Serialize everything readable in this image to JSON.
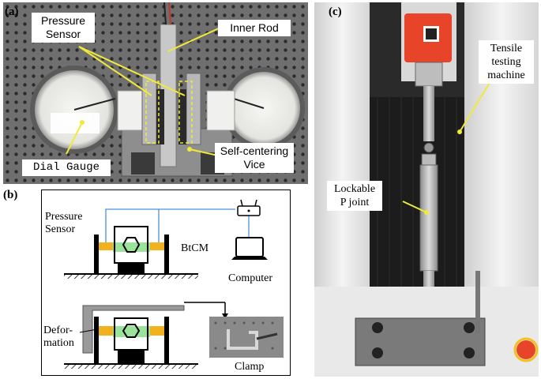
{
  "figure": {
    "panel_a": {
      "letter": "(a)",
      "labels": {
        "pressure_sensor": "Pressure Sensor",
        "inner_rod": "Inner Rod",
        "dial_gauge": "Dial Gauge",
        "self_centering_vice": "Self-centering Vice"
      }
    },
    "panel_b": {
      "letter": "(b)",
      "labels": {
        "pressure_sensor": "Pressure Sensor",
        "btcm": "BtCM",
        "computer": "Computer",
        "deformation": "Defor-mation",
        "clamp": "Clamp"
      }
    },
    "panel_c": {
      "letter": "(c)",
      "labels": {
        "tensile_testing_machine": "Tensile testing machine",
        "lockable_p_joint": "Lockable P joint"
      }
    }
  },
  "colors": {
    "callout_line": "#f0ea3a",
    "sensor_orange": "#f2b11e",
    "btcm_green": "#9be39a",
    "wire_blue": "#4a90d9",
    "load_cell_red": "#e8442a"
  }
}
